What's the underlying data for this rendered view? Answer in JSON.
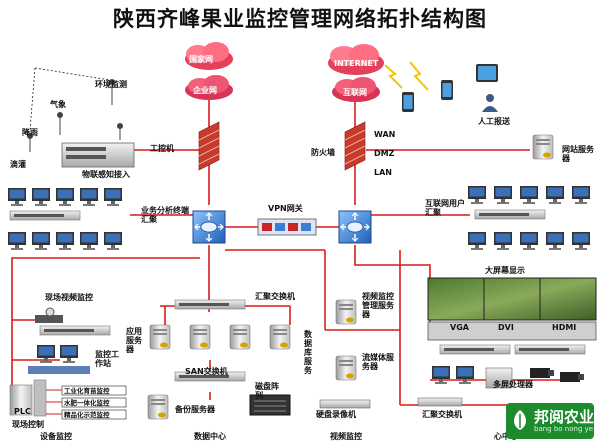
{
  "title": "陕西齐峰果业监控管理网络拓扑结构图",
  "clouds": {
    "national": "国家网",
    "enterprise": "企业网",
    "internet": "INTERNET",
    "internet2": "互联网"
  },
  "labels": {
    "env_monitor": "环境监测",
    "weather": "气象",
    "rain": "降雨",
    "irrigation": "滴灌",
    "iot_access": "物联感知接入",
    "ipc": "工控机",
    "firewall": "防火墙",
    "wan": "WAN",
    "dmz": "DMZ",
    "lan": "LAN",
    "web_server": "网站服务器",
    "manual_report": "人工报送",
    "biz_switch": "业务分析终端汇聚",
    "vpn": "VPN网关",
    "inet_switch": "互联网用户汇聚",
    "big_screen": "大屏幕显示",
    "site_monitor": "现场视频监控",
    "control_station": "监控工作站",
    "app_server": "应用服务器",
    "agg_switch": "汇聚交换机",
    "db_server": "数据库服务",
    "video_mgmt": "视频监控管理服务器",
    "stream_server": "流媒体服务器",
    "san": "SAN交换机",
    "disk_array": "磁盘阵列",
    "backup": "备份服务器",
    "nvr": "硬盘录像机",
    "agg_switch2": "汇聚交换机",
    "multi_proc": "多屏处理器",
    "vga": "VGA",
    "dvi": "DVI",
    "hdmi": "HDMI",
    "plc": "PLC",
    "plc_rows": [
      "工业化育苗监控",
      "水肥一体化监控",
      "精品化示范监控"
    ],
    "field_control": "现场控制",
    "device_monitor": "设备监控",
    "data_center": "数据中心",
    "video_monitor": "视频监控",
    "center_suffix": "心中心"
  },
  "badge": {
    "text": "邦阅农业",
    "subtext": "bang bo nong ye"
  },
  "colors": {
    "link_red": "#d91c1c",
    "cloud_red": "#e02a4a",
    "switch_blue": "#3a7fd6",
    "badge_green": "#1d8a2d"
  }
}
